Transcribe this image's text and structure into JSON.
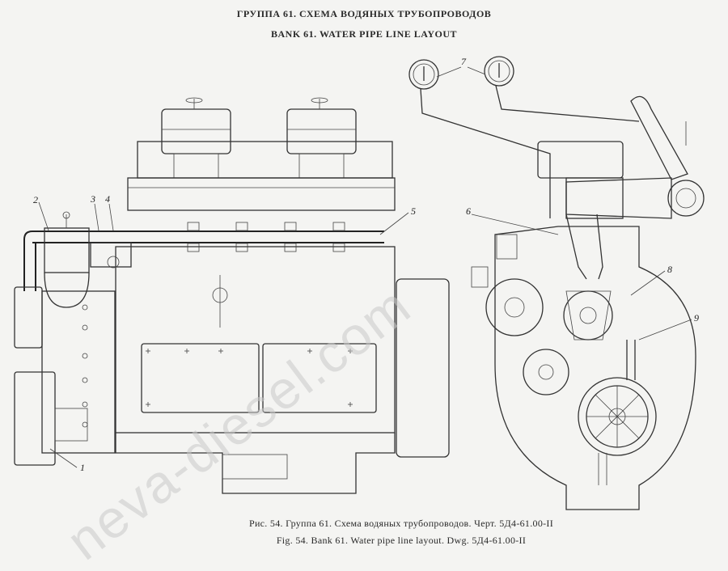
{
  "header": {
    "title_ru": "ГРУППА 61. СХЕМА ВОДЯНЫХ ТРУБОПРОВОДОВ",
    "title_en": "BANK 61. WATER PIPE LINE LAYOUT"
  },
  "callouts": [
    "1",
    "2",
    "3",
    "4",
    "5",
    "6",
    "7",
    "8",
    "9"
  ],
  "caption": {
    "ru": "Рис. 54. Группа 61. Схема водяных трубопроводов. Черт. 5Д4-61.00-II",
    "en": "Fig. 54. Bank 61. Water pipe line layout. Dwg. 5Д4-61.00-II"
  },
  "watermark": "neva-diesel.com"
}
